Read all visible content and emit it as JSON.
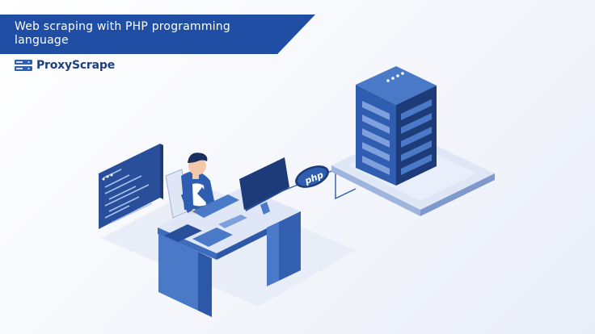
{
  "banner": {
    "title": "Web scraping with PHP programming language"
  },
  "brand": {
    "name": "ProxyScrape",
    "logo_icon": "server-stack-icon",
    "color": "#1f3f7e"
  },
  "illustration": {
    "php_label": "php",
    "colors": {
      "banner": "#1f4ea4",
      "primary": "#2f5db0",
      "light": "#cfdcf3"
    }
  }
}
